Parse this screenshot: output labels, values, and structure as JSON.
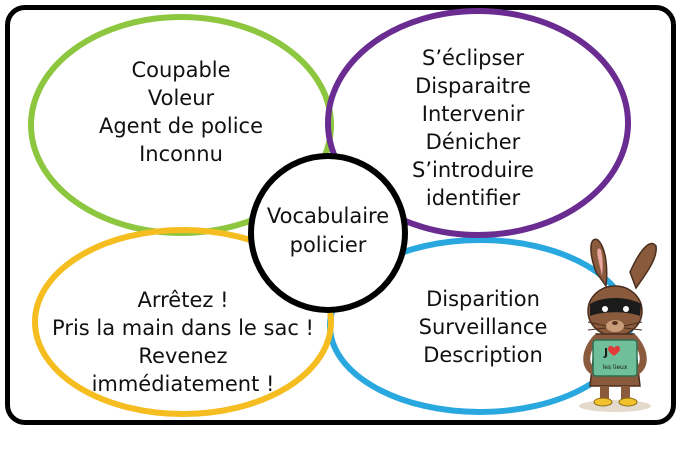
{
  "center": {
    "line1": "Vocabulaire",
    "line2": "policier"
  },
  "bubbles": {
    "top_left": {
      "color": "#8dc63f",
      "words": [
        "Coupable",
        "Voleur",
        "Agent de police",
        "Inconnu"
      ]
    },
    "top_right": {
      "color": "#6a2c91",
      "words": [
        "S’éclipser",
        "Disparaitre",
        "Intervenir",
        "Dénicher",
        "S’introduire",
        "identifier"
      ]
    },
    "bottom_left": {
      "color": "#f5bd1f",
      "words": [
        "Arrêtez !",
        "Pris la main dans le sac !",
        "Revenez",
        "immédiatement !"
      ]
    },
    "bottom_right": {
      "color": "#29a8e0",
      "words": [
        "Disparition",
        "Surveillance",
        "Description"
      ]
    }
  },
  "mascot": {
    "sign_text": "les lieux"
  }
}
